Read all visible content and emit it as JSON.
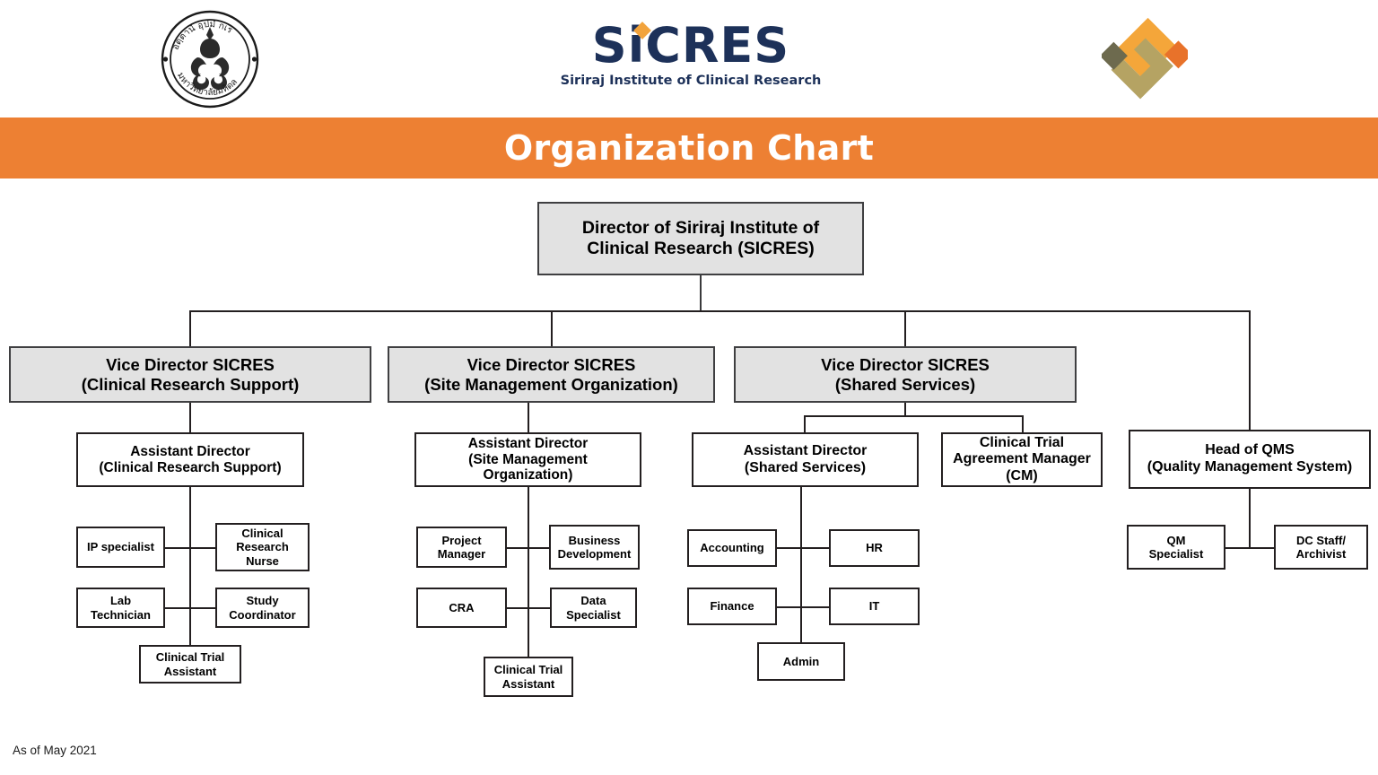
{
  "header": {
    "left_logo_name": "mahidol-university-seal",
    "center_logo": {
      "wordmark": "SiCRES",
      "tagline": "Siriraj Institute of Clinical Research"
    },
    "right_logo_name": "sicres-diamond-mark"
  },
  "banner": {
    "title": "Organization Chart",
    "background_color": "#ed8033",
    "text_color": "#ffffff"
  },
  "colors": {
    "banner_orange": "#ed8033",
    "logo_navy": "#1d3159",
    "logo_amber": "#f2a33c",
    "logo_orange": "#e8722a",
    "logo_khaki": "#b5a363",
    "logo_olive": "#6d6a4e",
    "box_gray_fill": "#e2e2e2",
    "line_black": "#231f20"
  },
  "chart_data": {
    "type": "org-chart",
    "title": "Organization Chart",
    "as_of": "As of May 2021",
    "nodes": {
      "director": "Director of Siriraj Institute of\nClinical Research (SICRES)",
      "vd_crs": "Vice Director SICRES\n(Clinical Research Support)",
      "vd_smo": "Vice Director SICRES\n(Site Management Organization)",
      "vd_ss": "Vice Director SICRES\n(Shared Services)",
      "asst_crs": "Assistant Director\n(Clinical Research Support)",
      "asst_smo": "Assistant Director\n(Site Management\nOrganization)",
      "asst_ss": "Assistant Director\n(Shared Services)",
      "ctam": "Clinical Trial\nAgreement Manager\n(CM)",
      "head_qms": "Head of QMS\n(Quality Management System)",
      "ip_specialist": "IP specialist",
      "crn": "Clinical\nResearch\nNurse",
      "lab_tech": "Lab\nTechnician",
      "study_coord": "Study\nCoordinator",
      "cta_left": "Clinical Trial\nAssistant",
      "project_manager": "Project\nManager",
      "business_dev": "Business\nDevelopment",
      "cra": "CRA",
      "data_specialist": "Data\nSpecialist",
      "cta_mid": "Clinical Trial\nAssistant",
      "accounting": "Accounting",
      "hr": "HR",
      "finance": "Finance",
      "it": "IT",
      "admin": "Admin",
      "qm_specialist": "QM\nSpecialist",
      "dc_staff": "DC Staff/\nArchivist"
    },
    "edges": [
      [
        "director",
        "vd_crs"
      ],
      [
        "director",
        "vd_smo"
      ],
      [
        "director",
        "vd_ss"
      ],
      [
        "director",
        "head_qms"
      ],
      [
        "vd_crs",
        "asst_crs"
      ],
      [
        "vd_smo",
        "asst_smo"
      ],
      [
        "vd_ss",
        "asst_ss"
      ],
      [
        "vd_ss",
        "ctam"
      ],
      [
        "asst_crs",
        "ip_specialist"
      ],
      [
        "asst_crs",
        "crn"
      ],
      [
        "asst_crs",
        "lab_tech"
      ],
      [
        "asst_crs",
        "study_coord"
      ],
      [
        "asst_crs",
        "cta_left"
      ],
      [
        "asst_smo",
        "project_manager"
      ],
      [
        "asst_smo",
        "business_dev"
      ],
      [
        "asst_smo",
        "cra"
      ],
      [
        "asst_smo",
        "data_specialist"
      ],
      [
        "asst_smo",
        "cta_mid"
      ],
      [
        "asst_ss",
        "accounting"
      ],
      [
        "asst_ss",
        "hr"
      ],
      [
        "asst_ss",
        "finance"
      ],
      [
        "asst_ss",
        "it"
      ],
      [
        "asst_ss",
        "admin"
      ],
      [
        "head_qms",
        "qm_specialist"
      ],
      [
        "head_qms",
        "dc_staff"
      ]
    ]
  },
  "footer": {
    "as_of": "As of May 2021"
  }
}
